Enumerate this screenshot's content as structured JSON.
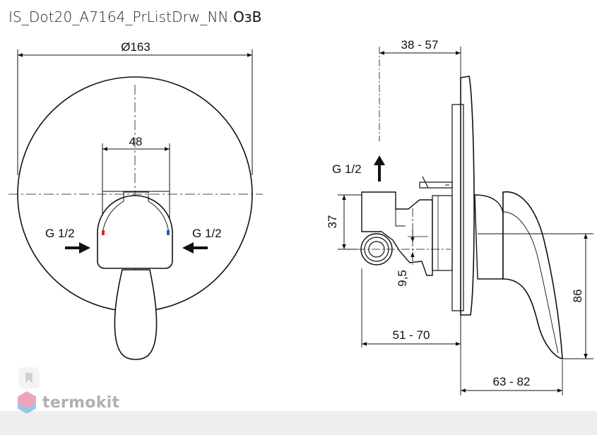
{
  "header": {
    "filename_main": "IS_Dot20_A7164_PrListDrw_NN.",
    "filename_suffix": "ОзВ"
  },
  "front_view": {
    "diameter_label": "Ø163",
    "width_label": "48",
    "inlet_left_label": "G 1/2",
    "inlet_right_label": "G 1/2"
  },
  "side_view": {
    "top_depth_label": "38 - 57",
    "outlet_label": "G 1/2",
    "height_37_label": "37",
    "offset_label": "9,5",
    "depth_label": "51 - 70",
    "height_86_label": "86",
    "projection_label": "63 - 82"
  },
  "brand": {
    "name": "termokit",
    "logo_icon": "hexagon-logo-icon",
    "bookmark_icon": "bookmark-icon"
  },
  "colors": {
    "line": "#111111",
    "hot_marker": "#d62828",
    "cold_marker": "#1f5fbf",
    "brand_pink": "#f2a3b8",
    "brand_blue": "#9cc3ea",
    "brand_text": "#b0b0b0",
    "footer": "#eeeeee"
  }
}
